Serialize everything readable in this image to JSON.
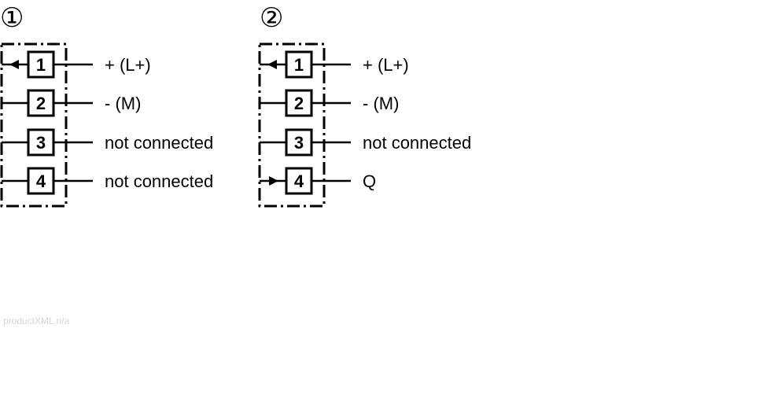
{
  "diagrams": [
    {
      "marker": "①",
      "pins": [
        {
          "number": "1",
          "label": "+ (L+)",
          "arrow": "out"
        },
        {
          "number": "2",
          "label": "- (M)",
          "arrow": "none"
        },
        {
          "number": "3",
          "label": "not connected",
          "arrow": "none"
        },
        {
          "number": "4",
          "label": "not connected",
          "arrow": "none"
        }
      ]
    },
    {
      "marker": "②",
      "pins": [
        {
          "number": "1",
          "label": "+ (L+)",
          "arrow": "out"
        },
        {
          "number": "2",
          "label": "- (M)",
          "arrow": "none"
        },
        {
          "number": "3",
          "label": "not connected",
          "arrow": "none"
        },
        {
          "number": "4",
          "label": "Q",
          "arrow": "in"
        }
      ]
    }
  ],
  "footer": "productXML n/a"
}
